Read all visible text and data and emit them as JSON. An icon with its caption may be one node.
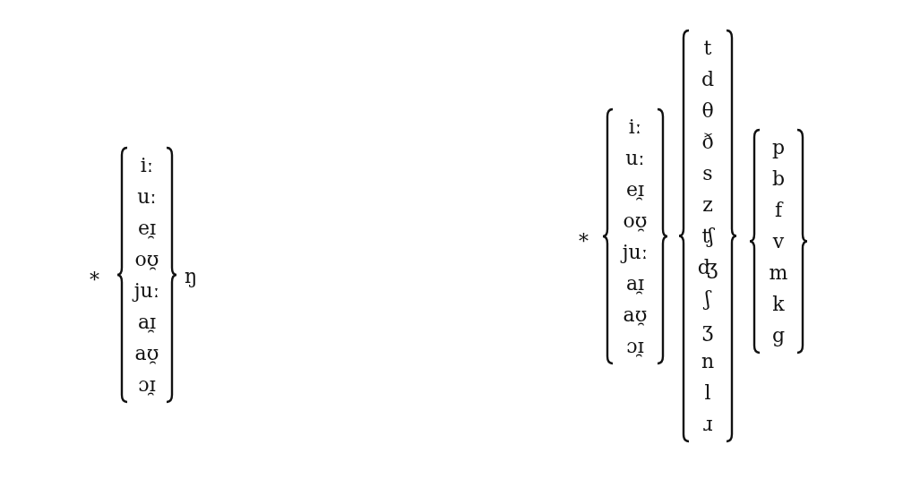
{
  "diagram": {
    "nodes": [
      {
        "text": [
          "iː",
          "uː",
          "eɪ̯",
          "oʊ̯",
          "juː",
          "aɪ̯",
          "aʊ̯",
          "ɔɪ̯"
        ]
      },
      {
        "text": [
          "iː",
          "uː",
          "eɪ̯",
          "oʊ̯",
          "juː",
          "aɪ̯",
          "aʊ̯",
          "ɔɪ̯"
        ]
      },
      {
        "text": [
          "t",
          "d",
          "θ",
          "ð",
          "s",
          "z",
          "ʧ",
          "ʤ",
          "ʃ",
          "ʒ",
          "n",
          "l",
          "ɹ"
        ]
      },
      {
        "text": [
          "p",
          "b",
          "f",
          "v",
          "m",
          "k",
          "g"
        ]
      }
    ],
    "labels": [
      "*",
      "ŋ",
      "*"
    ]
  }
}
